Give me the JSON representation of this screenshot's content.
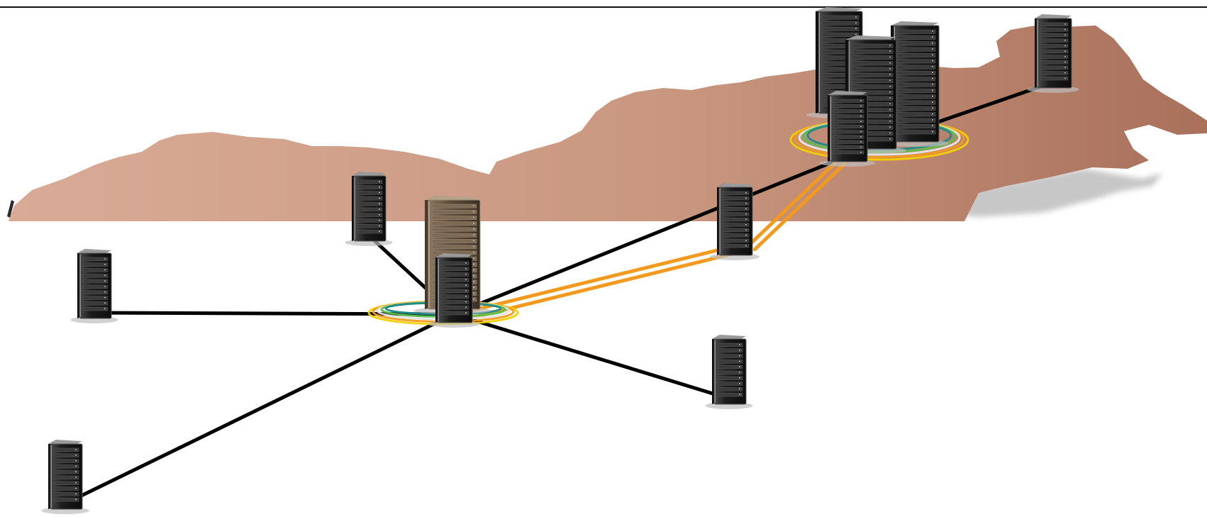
{
  "diagram": {
    "kind": "network-topology",
    "background_color": "#ffffff",
    "landmass_color": "#c99780",
    "landmass_shadow_color": "#8e8e8e",
    "link_color": "#000000",
    "highlight_link_color": "#f39a1e",
    "server_body_color": "#1e1e1e",
    "server_panel_color": "#3a3a3a",
    "tan_server_color": "#6b5a46",
    "ring_colors": [
      "#f6d000",
      "#f39a1e",
      "#e5e5e5",
      "#5bbf4a",
      "#1f8a8a"
    ],
    "nodes": [
      {
        "id": "hub-primary",
        "role": "hub",
        "icon": "server-rack-icon"
      },
      {
        "id": "hub-primary-tan",
        "role": "hub",
        "icon": "server-rack-icon"
      },
      {
        "id": "node-upper-left",
        "role": "node",
        "icon": "server-rack-icon"
      },
      {
        "id": "node-left",
        "role": "node",
        "icon": "server-rack-icon"
      },
      {
        "id": "node-bottom-left",
        "role": "node",
        "icon": "server-rack-icon"
      },
      {
        "id": "node-bottom-right",
        "role": "node",
        "icon": "server-rack-icon"
      },
      {
        "id": "node-middle-right",
        "role": "node",
        "icon": "server-rack-icon"
      },
      {
        "id": "cluster-a",
        "role": "cluster",
        "icon": "server-rack-icon"
      },
      {
        "id": "cluster-b",
        "role": "cluster",
        "icon": "server-rack-icon"
      },
      {
        "id": "cluster-c",
        "role": "cluster",
        "icon": "server-rack-icon"
      },
      {
        "id": "cluster-d",
        "role": "cluster",
        "icon": "server-rack-icon"
      },
      {
        "id": "node-far-right",
        "role": "node",
        "icon": "server-rack-icon"
      }
    ],
    "links": [
      {
        "from": "hub-primary",
        "to": "node-upper-left",
        "style": "plain"
      },
      {
        "from": "hub-primary",
        "to": "node-left",
        "style": "plain"
      },
      {
        "from": "hub-primary",
        "to": "node-bottom-left",
        "style": "plain"
      },
      {
        "from": "hub-primary",
        "to": "node-bottom-right",
        "style": "plain"
      },
      {
        "from": "hub-primary",
        "to": "cluster-d",
        "style": "plain"
      },
      {
        "from": "hub-primary",
        "to": "node-middle-right",
        "style": "highlight"
      },
      {
        "from": "node-middle-right",
        "to": "cluster-d",
        "style": "highlight"
      },
      {
        "from": "cluster-d",
        "to": "node-far-right",
        "style": "plain"
      }
    ]
  }
}
